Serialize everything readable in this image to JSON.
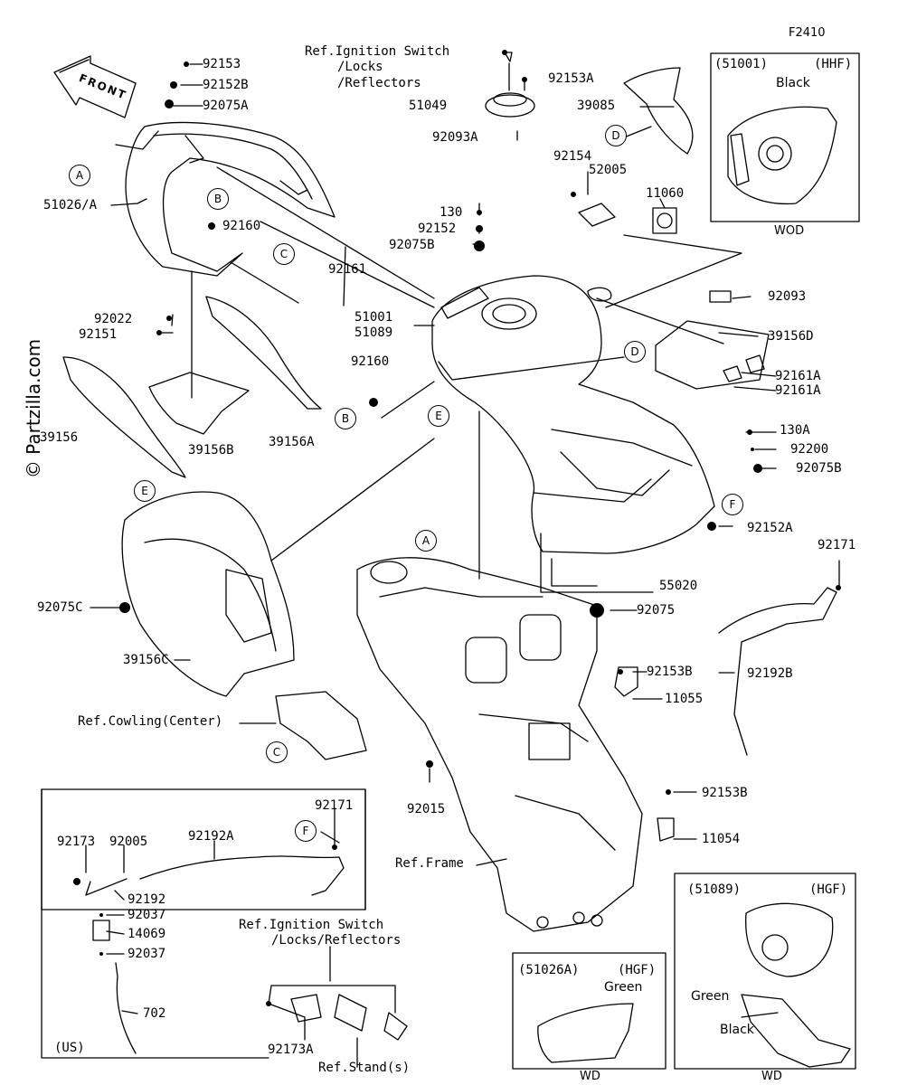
{
  "figure_code": "F2410",
  "watermark": "© Partzilla.com",
  "front_arrow": "FRONT",
  "parts": {
    "p92153": "92153",
    "p92152B": "92152B",
    "p92075A": "92075A",
    "p51026A": "51026/A",
    "p92160a": "92160",
    "p92161": "92161",
    "p92022": "92022",
    "p92151": "92151",
    "p39156": "39156",
    "p39156B": "39156B",
    "p39156A": "39156A",
    "p51049": "51049",
    "p92093A": "92093A",
    "p92153A": "92153A",
    "p39085": "39085",
    "p92154": "92154",
    "p52005": "52005",
    "p11060": "11060",
    "p130": "130",
    "p92152": "92152",
    "p92075B": "92075B",
    "p51001": "51001",
    "p51089": "51089",
    "p92160b": "92160",
    "p92093": "92093",
    "p39156D": "39156D",
    "p92161A1": "92161A",
    "p92161A2": "92161A",
    "p130A": "130A",
    "p92200": "92200",
    "p92075B2": "92075B",
    "p92152A": "92152A",
    "p92171": "92171",
    "p55020": "55020",
    "p92075": "92075",
    "p92192B": "92192B",
    "p92075C": "92075C",
    "p39156C": "39156C",
    "p92153B1": "92153B",
    "p11055": "11055",
    "p92015": "92015",
    "p92153B2": "92153B",
    "p11054": "11054",
    "p92171b": "92171",
    "p92173": "92173",
    "p92005": "92005",
    "p92192A": "92192A",
    "p92192": "92192",
    "p92037a": "92037",
    "p14069": "14069",
    "p92037b": "92037",
    "p702": "702",
    "p92173A": "92173A"
  },
  "refs": {
    "ign_top_1": "Ref.Ignition Switch",
    "ign_top_2": "/Locks",
    "ign_top_3": "/Reflectors",
    "cowling": "Ref.Cowling(Center)",
    "frame": "Ref.Frame",
    "ign_bot_1": "Ref.Ignition Switch",
    "ign_bot_2": "/Locks/Reflectors",
    "stand": "Ref.Stand(s)"
  },
  "callouts": [
    "A",
    "B",
    "C",
    "D",
    "E",
    "F"
  ],
  "insets": {
    "top_right": {
      "code": "(51001)",
      "variant": "(HHF)",
      "color": "Black",
      "footer": "WOD"
    },
    "bottom_mid": {
      "code": "(51026A)",
      "variant": "(HGF)",
      "color": "Green",
      "footer": "WD"
    },
    "bottom_right": {
      "code": "(51089)",
      "variant": "(HGF)",
      "color1": "Green",
      "color2": "Black",
      "footer": "WD"
    },
    "us_box": {
      "region": "(US)"
    }
  }
}
